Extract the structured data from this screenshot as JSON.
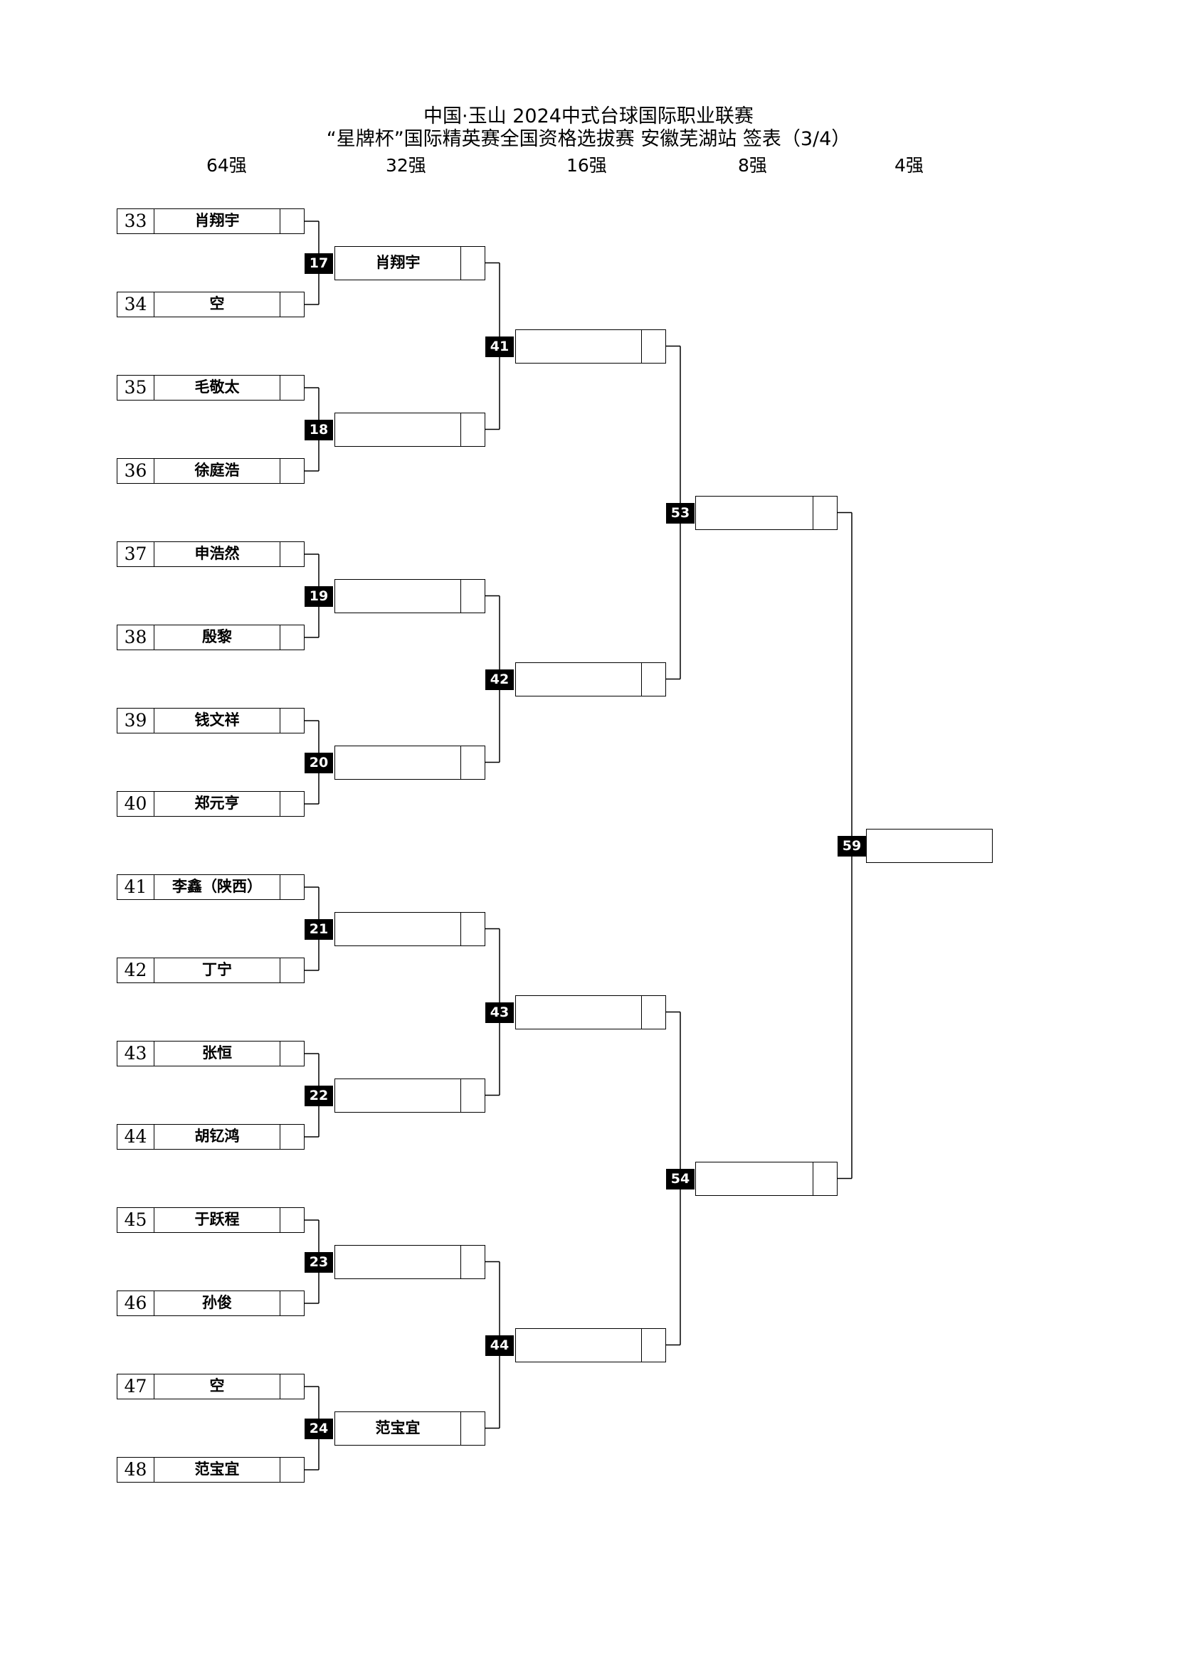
{
  "header": {
    "title_line1": "中国·玉山 2024中式台球国际职业联赛",
    "title_line2": "“星牌杯”国际精英赛全国资格选拔赛 安徽芜湖站 签表（3/4）"
  },
  "rounds": [
    "64强",
    "32强",
    "16强",
    "8强",
    "4强"
  ],
  "entries": [
    {
      "seed": "33",
      "name": "肖翔宇"
    },
    {
      "seed": "34",
      "name": "空"
    },
    {
      "seed": "35",
      "name": "毛敬太"
    },
    {
      "seed": "36",
      "name": "徐庭浩"
    },
    {
      "seed": "37",
      "name": "申浩然"
    },
    {
      "seed": "38",
      "name": "殷黎"
    },
    {
      "seed": "39",
      "name": "钱文祥"
    },
    {
      "seed": "40",
      "name": "郑元亨"
    },
    {
      "seed": "41",
      "name": "李鑫（陕西）"
    },
    {
      "seed": "42",
      "name": "丁宁"
    },
    {
      "seed": "43",
      "name": "张恒"
    },
    {
      "seed": "44",
      "name": "胡钇鸿"
    },
    {
      "seed": "45",
      "name": "于跃程"
    },
    {
      "seed": "46",
      "name": "孙俊"
    },
    {
      "seed": "47",
      "name": "空"
    },
    {
      "seed": "48",
      "name": "范宝宜"
    }
  ],
  "round32": [
    {
      "match": "17",
      "winner": "肖翔宇"
    },
    {
      "match": "18",
      "winner": ""
    },
    {
      "match": "19",
      "winner": ""
    },
    {
      "match": "20",
      "winner": ""
    },
    {
      "match": "21",
      "winner": ""
    },
    {
      "match": "22",
      "winner": ""
    },
    {
      "match": "23",
      "winner": ""
    },
    {
      "match": "24",
      "winner": "范宝宜"
    }
  ],
  "round16": [
    {
      "match": "41",
      "winner": ""
    },
    {
      "match": "42",
      "winner": ""
    },
    {
      "match": "43",
      "winner": ""
    },
    {
      "match": "44",
      "winner": ""
    }
  ],
  "round8": [
    {
      "match": "53",
      "winner": ""
    },
    {
      "match": "54",
      "winner": ""
    }
  ],
  "round4": [
    {
      "match": "59",
      "winner": ""
    }
  ]
}
